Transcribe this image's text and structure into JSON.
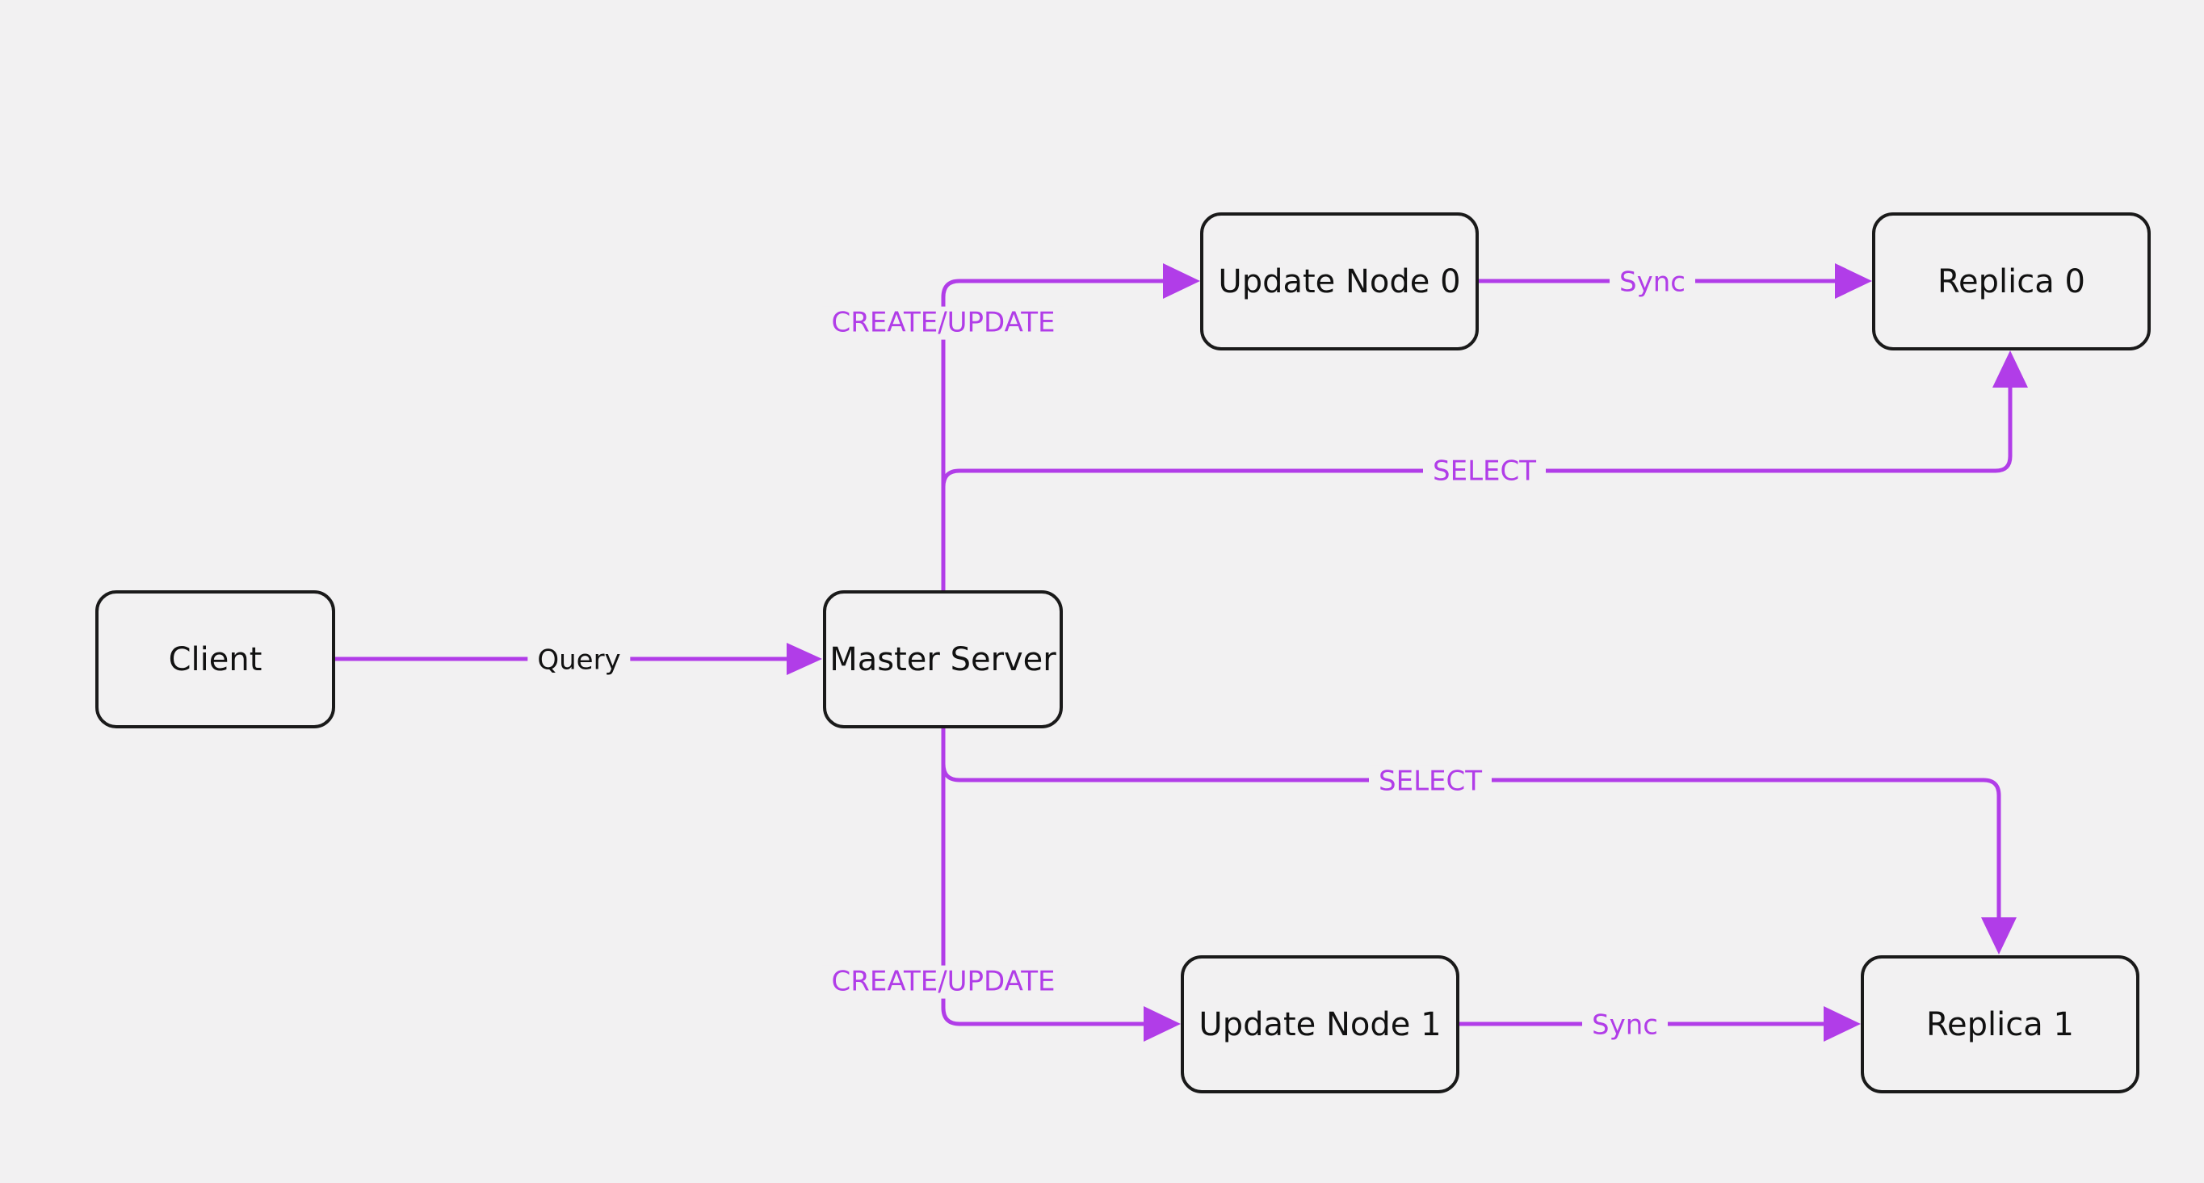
{
  "diagram": {
    "accent_color": "#b13de8",
    "nodes": {
      "client": "Client",
      "master": "Master Server",
      "update_node_0": "Update Node 0",
      "update_node_1": "Update Node 1",
      "replica_0": "Replica 0",
      "replica_1": "Replica 1"
    },
    "edges": {
      "query": "Query",
      "create_update_top": "CREATE/UPDATE",
      "create_update_bottom": "CREATE/UPDATE",
      "select_top": "SELECT",
      "select_bottom": "SELECT",
      "sync_top": "Sync",
      "sync_bottom": "Sync"
    }
  }
}
